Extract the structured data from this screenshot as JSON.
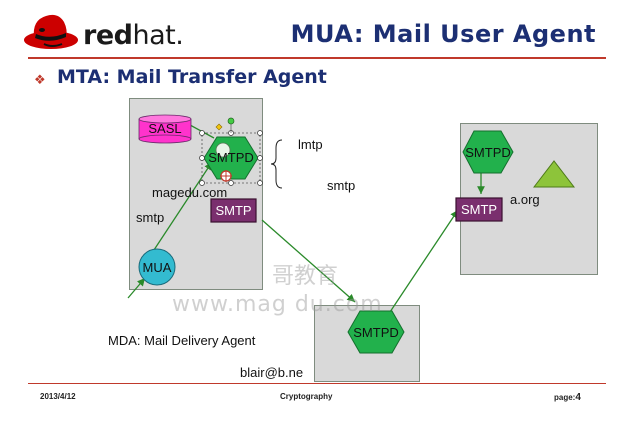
{
  "header": {
    "logo_text_bold": "red",
    "logo_text_regular": "hat.",
    "title": "MUA: Mail User Agent"
  },
  "bullet": {
    "text": "MTA: Mail Transfer Agent"
  },
  "diagram": {
    "sasl_label": "SASL",
    "smtpd_label_left": "SMTPD",
    "domain_left": "magedu.com",
    "smtp_label_left": "smtp",
    "smtp_box_left": "SMTP",
    "mua_label": "MUA",
    "lmtp_label": "lmtp",
    "smtp_label_mid": "smtp",
    "smtpd_label_right": "SMTPD",
    "smtp_box_right": "SMTP",
    "domain_right": "a.org",
    "smtpd_label_bottom": "SMTPD",
    "mda_label": "MDA: Mail Delivery Agent",
    "email_label": "blair@b.ne"
  },
  "watermark": {
    "cn": "哥教育",
    "url": "www.mag     du.com"
  },
  "footer": {
    "date": "2013/4/12",
    "center": "Cryptography",
    "page_label": "page:",
    "page_number": "4"
  },
  "colors": {
    "title": "#1c2f73",
    "accent_red": "#c0392b",
    "hexagon_green": "#22b14c",
    "sasl_magenta": "#ff33cc",
    "mua_cyan": "#33bbd0",
    "smtp_purple": "#7a2f6e",
    "triangle_olive": "#8dc43a"
  }
}
